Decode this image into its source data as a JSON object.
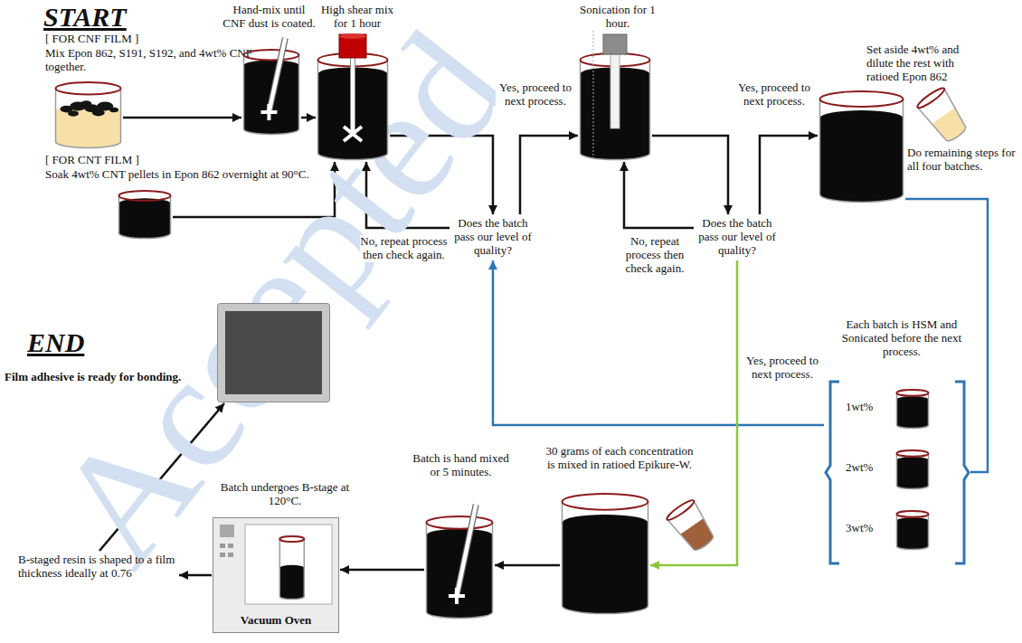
{
  "diagram": {
    "nodes": [
      {
        "text": [
          "[ FOR CNF FILM ]",
          "Mix Epon 862, S191, S192, and 4wt% CNF together."
        ]
      },
      {
        "text": [
          "[ FOR CNT FILM ]",
          "Soak 4wt% CNT pellets in Epon 862 overnight at 90°C."
        ]
      },
      {
        "text": [
          "Hand-mix until CNF dust is coated."
        ]
      },
      {
        "text": [
          "High shear mix for 1 hour"
        ]
      },
      {
        "text": [
          "Does the batch pass our level of quality?"
        ]
      },
      {
        "text": [
          "Sonication for 1 hour."
        ]
      },
      {
        "text": [
          "Does the batch pass our level of quality?"
        ]
      },
      {
        "text": [
          "Set aside 4wt% and dilute the rest with ratioed Epon 862"
        ]
      },
      {
        "text": [
          "Each batch is HSM and Sonicated before the next process."
        ]
      },
      {
        "text": [
          "1wt%"
        ],
        "in": 8
      },
      {
        "text": [
          "2wt%"
        ],
        "in": 8
      },
      {
        "text": [
          "3wt%"
        ],
        "in": 8
      },
      {
        "text": [
          "30 grams of each concentration is mixed in ratioed Epikure-W."
        ]
      },
      {
        "text": [
          "Batch is hand mixed or 5 minutes."
        ]
      },
      {
        "text": [
          "Batch undergoes B-stage at 120°C.",
          "Vacuum Oven"
        ]
      },
      {
        "text": [
          "B-staged resin is shaped to a film thickness ideally at 0.76"
        ]
      },
      {
        "text": [
          "Film adhesive is ready for bonding."
        ]
      }
    ],
    "edges": [
      {
        "from": 0,
        "to": 2,
        "arrow": "to"
      },
      {
        "from": 1,
        "to": 3,
        "arrow": "to"
      },
      {
        "from": 2,
        "to": 3,
        "arrow": "to"
      },
      {
        "from": 3,
        "to": 4,
        "arrow": "to"
      },
      {
        "from": 4,
        "to": 3,
        "label": "No, repeat process then check again.",
        "arrow": "to"
      },
      {
        "from": 4,
        "to": 5,
        "label": "Yes, proceed to next process.",
        "arrow": "to"
      },
      {
        "from": 5,
        "to": 6,
        "arrow": "to"
      },
      {
        "from": 6,
        "to": 5,
        "label": "No, repeat process then check again.",
        "arrow": "to"
      },
      {
        "from": 6,
        "to": 7,
        "label": "Yes, proceed to next process.",
        "arrow": "to"
      },
      {
        "from": 7,
        "to": 8,
        "label": "Do remaining steps for all four batches.",
        "arrow": "none"
      },
      {
        "from": 8,
        "to": 4,
        "arrow": "to"
      },
      {
        "from": 6,
        "to": 12,
        "label": "Yes, proceed to next process.",
        "arrow": "to"
      },
      {
        "from": 12,
        "to": 13,
        "arrow": "to"
      },
      {
        "from": 13,
        "to": 14,
        "arrow": "to"
      },
      {
        "from": 14,
        "to": 15,
        "arrow": "to"
      },
      {
        "from": 15,
        "to": 16,
        "arrow": "to"
      }
    ],
    "labels": [
      "START",
      "END",
      "Accepted"
    ]
  }
}
